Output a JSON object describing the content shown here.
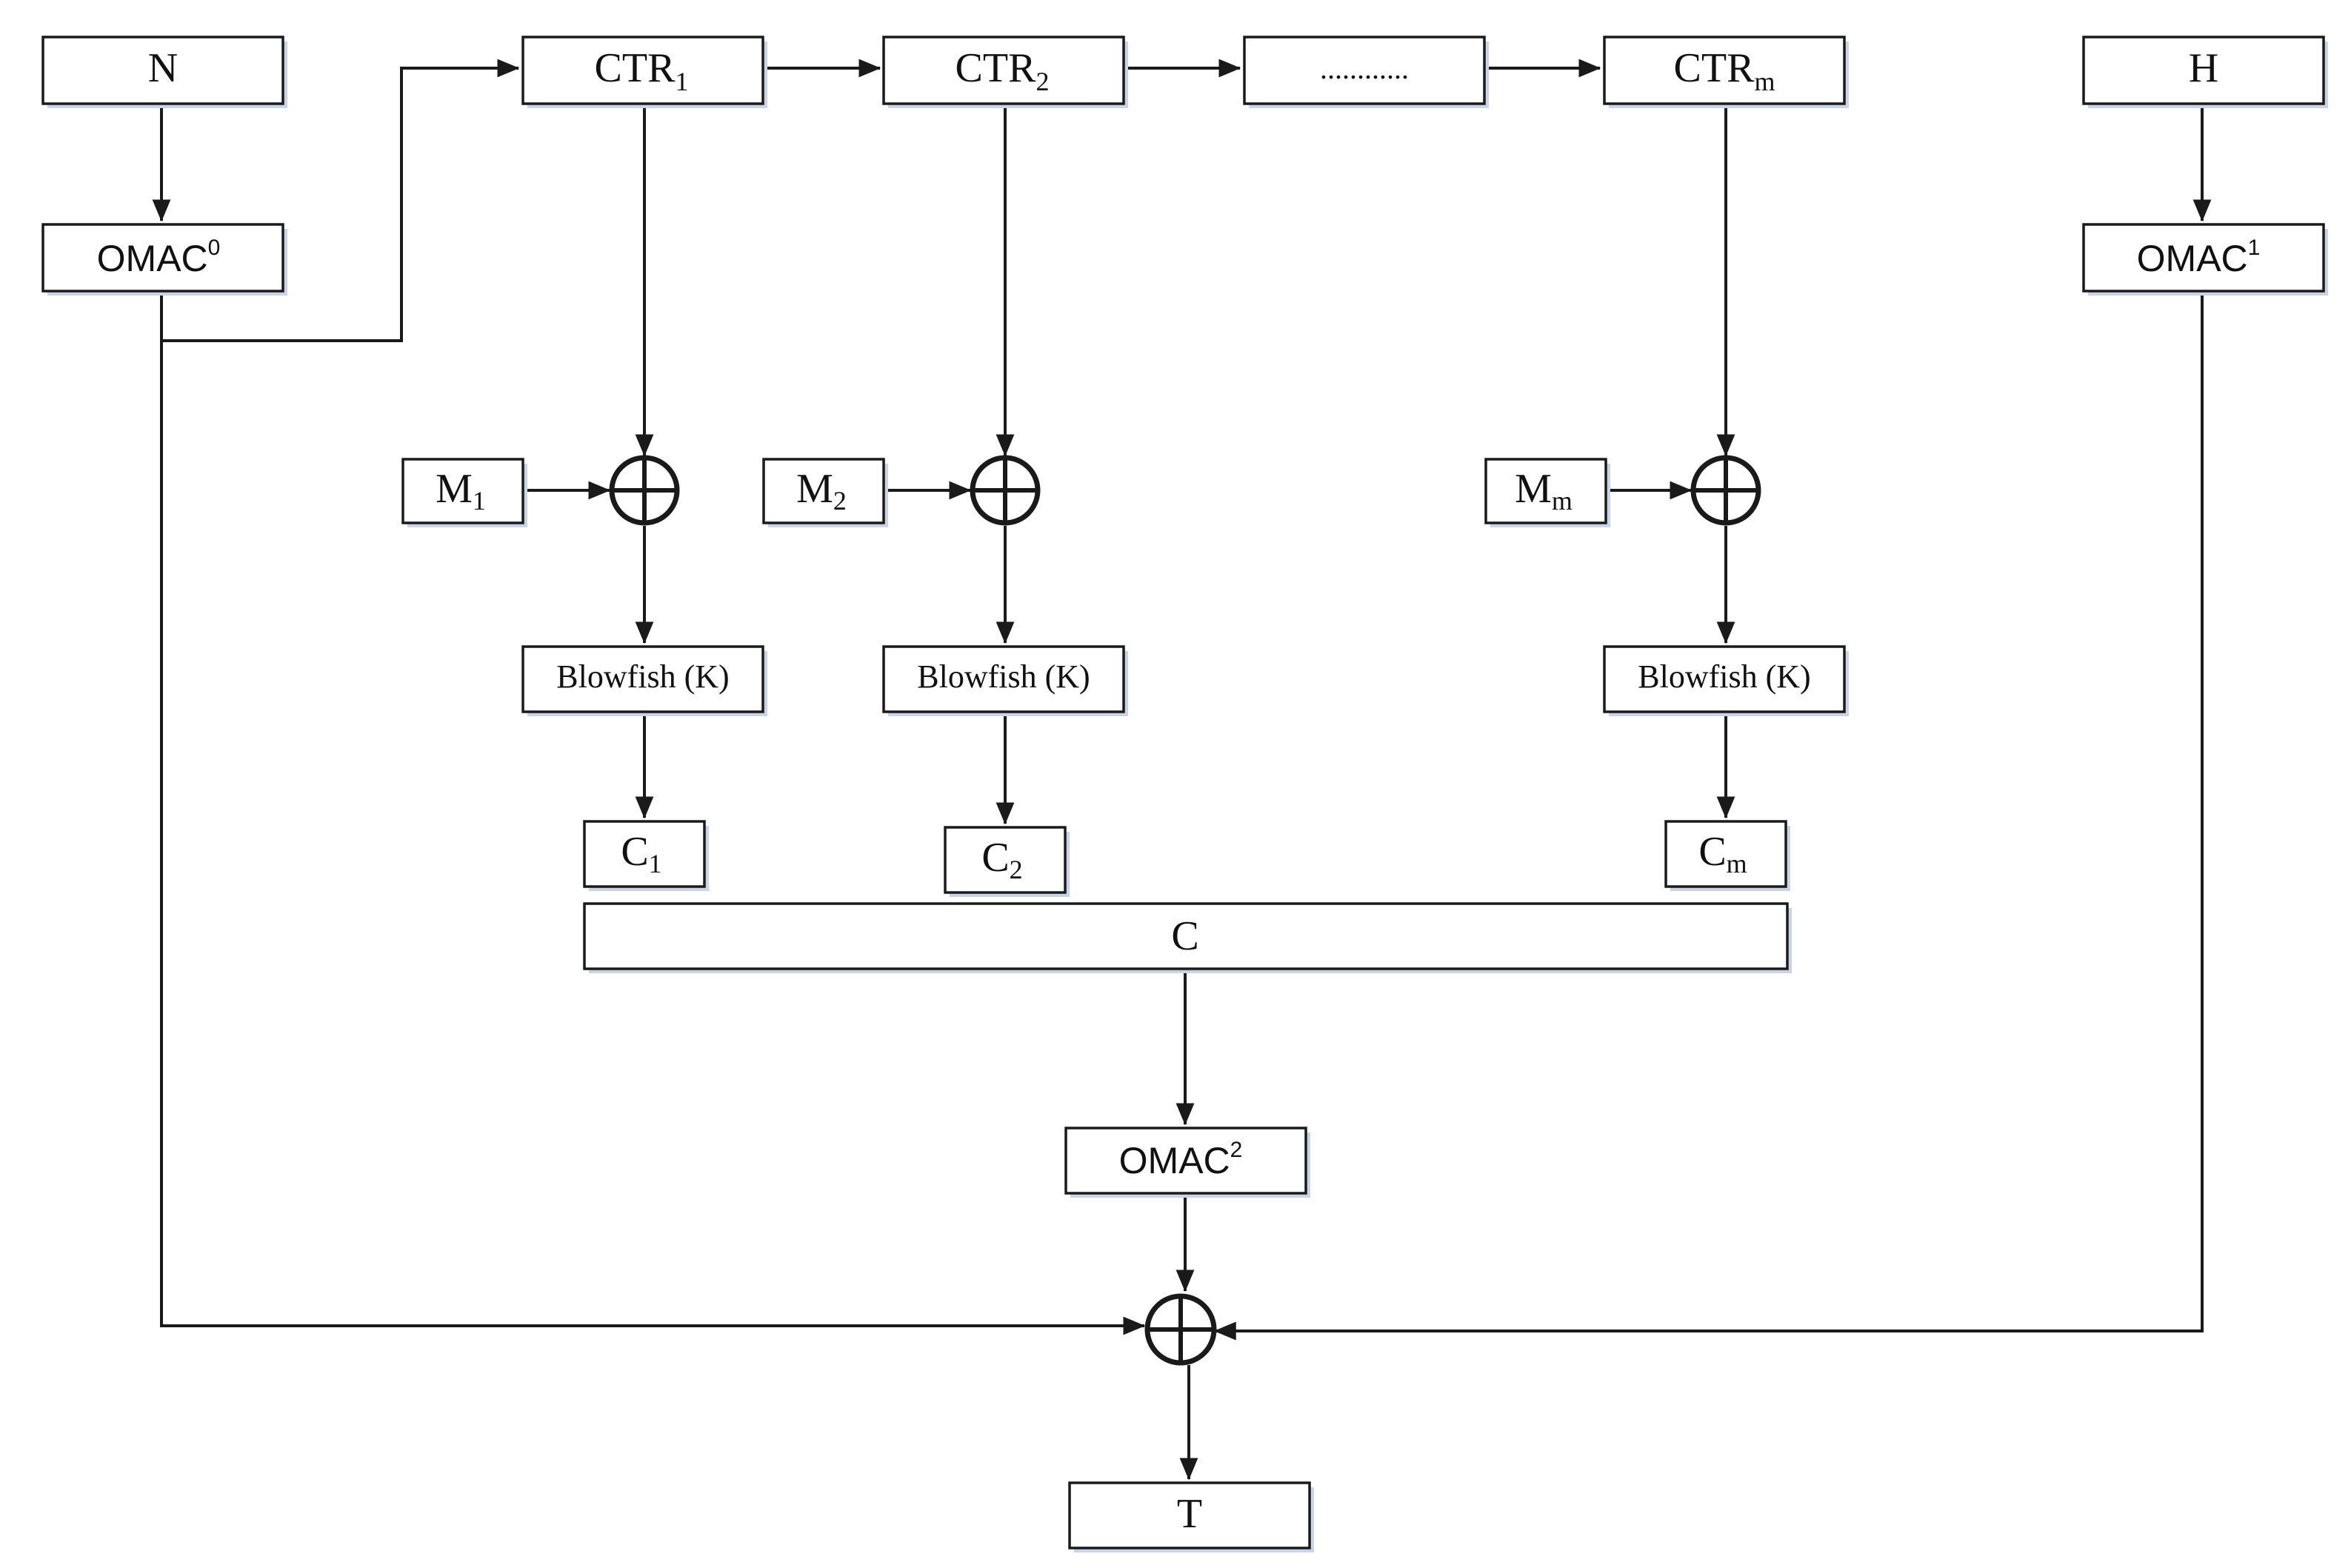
{
  "colors": {
    "stroke": "#1a1a1a",
    "text": "#111111",
    "box_fill": "#ffffff",
    "box_shadow": "#c9d4e6"
  },
  "nodes": {
    "n": {
      "text": "N",
      "sub": ""
    },
    "omac0": {
      "text": "OMAC",
      "sup": "0"
    },
    "ctr1": {
      "text": "CTR",
      "sub": "1"
    },
    "ctr2": {
      "text": "CTR",
      "sub": "2"
    },
    "ctr_dots": {
      "text": "............"
    },
    "ctrm": {
      "text": "CTR",
      "sub": "m"
    },
    "h": {
      "text": "H"
    },
    "omac1": {
      "text": "OMAC",
      "sup": "1"
    },
    "m1": {
      "text": "M",
      "sub": "1"
    },
    "m2": {
      "text": "M",
      "sub": "2"
    },
    "mm": {
      "text": "M",
      "sub": "m"
    },
    "bf1": {
      "text": "Blowfish (K)"
    },
    "bf2": {
      "text": "Blowfish (K)"
    },
    "bfm": {
      "text": "Blowfish (K)"
    },
    "c1": {
      "text": "C",
      "sub": "1"
    },
    "c2": {
      "text": "C",
      "sub": "2"
    },
    "cm": {
      "text": "C",
      "sub": "m"
    },
    "c": {
      "text": "C"
    },
    "omac2": {
      "text": "OMAC",
      "sup": "2"
    },
    "t": {
      "text": "T"
    }
  },
  "operators": {
    "xor_symbol": "xor-operator"
  }
}
